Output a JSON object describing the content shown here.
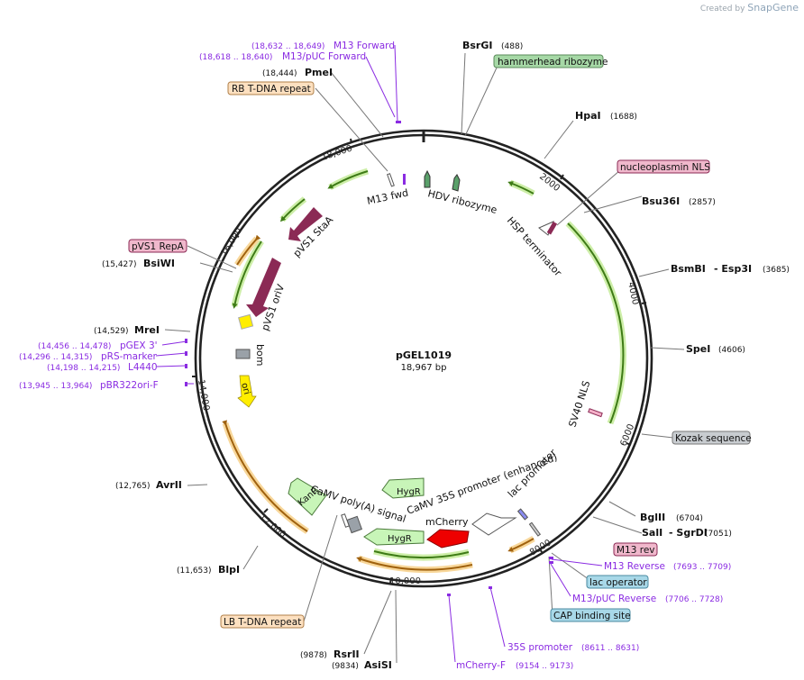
{
  "brand": {
    "created_by": "Created by",
    "name": "SnapGene"
  },
  "plasmid": {
    "name": "pGEL1019",
    "length": "18,967 bp"
  },
  "ticks": [
    "2000",
    "4000",
    "6000",
    "8000",
    "10,000",
    "12,000",
    "14,000",
    "16,000",
    "18,000"
  ],
  "enzymes": {
    "bsrgi": {
      "name": "BsrGI",
      "pos": "(488)"
    },
    "hpai": {
      "name": "HpaI",
      "pos": "(1688)"
    },
    "bsu36i": {
      "name": "Bsu36I",
      "pos": "(2857)"
    },
    "bsmbi": {
      "name": "BsmBI",
      "name2": "- Esp3I",
      "pos": "(3685)"
    },
    "spei": {
      "name": "SpeI",
      "pos": "(4606)"
    },
    "bglii": {
      "name": "BglII",
      "pos": "(6704)"
    },
    "sali": {
      "name": "SalI",
      "name2": "- SgrDI",
      "pos": "(7051)"
    },
    "rsrii": {
      "name": "RsrII",
      "pos": "(9878)"
    },
    "asisi": {
      "name": "AsiSI",
      "pos": "(9834)"
    },
    "blpi": {
      "name": "BlpI",
      "pos": "(11,653)"
    },
    "avrii": {
      "name": "AvrII",
      "pos": "(12,765)"
    },
    "mrei": {
      "name": "MreI",
      "pos": "(14,529)"
    },
    "bsiwi": {
      "name": "BsiWI",
      "pos": "(15,427)"
    },
    "pmei": {
      "name": "PmeI",
      "pos": "(18,444)"
    }
  },
  "primers": {
    "m13fwd": {
      "name": "M13 Forward",
      "pos": "(18,632 .. 18,649)"
    },
    "m13puc_fwd": {
      "name": "M13/pUC Forward",
      "pos": "(18,618 .. 18,640)"
    },
    "pgex3": {
      "name": "pGEX 3'",
      "pos": "(14,456 .. 14,478)"
    },
    "prs": {
      "name": "pRS-marker",
      "pos": "(14,296 .. 14,315)"
    },
    "l4440": {
      "name": "L4440",
      "pos": "(14,198 .. 14,215)"
    },
    "pbr322": {
      "name": "pBR322ori-F",
      "pos": "(13,945 .. 13,964)"
    },
    "m13rev_primer": {
      "name": "M13 Reverse",
      "pos": "(7693 .. 7709)"
    },
    "m13puc_rev": {
      "name": "M13/pUC Reverse",
      "pos": "(7706 .. 7728)"
    },
    "p35s": {
      "name": "35S promoter",
      "pos": "(8611 .. 8631)"
    },
    "mcherryf": {
      "name": "mCherry-F",
      "pos": "(9154 .. 9173)"
    }
  },
  "boxes": {
    "hammerhead": "hammerhead ribozyme",
    "rb": "RB T-DNA repeat",
    "nucleoplasmin": "nucleoplasmin NLS",
    "pvs1repa": "pVS1 RepA",
    "kozak": "Kozak sequence",
    "m13rev": "M13 rev",
    "lacop": "lac operator",
    "cap": "CAP binding site",
    "lb": "LB T-DNA repeat"
  },
  "features": {
    "m13fwd": "M13 fwd",
    "hdv": "HDV ribozyme",
    "hsp": "HSP terminator",
    "staa": "pVS1 StaA",
    "oriv": "pVS1 oriV",
    "bom": "bom",
    "ori": "ori",
    "sv40": "SV40 NLS",
    "hygr1": "HygR",
    "hygr2": "HygR",
    "kanr": "KanR",
    "polya": "CaMV poly(A) signal",
    "p35s": "CaMV 35S promoter (enhanced)",
    "lacprom": "lac promoter",
    "mcherry": "mCherry"
  },
  "colors": {
    "backbone": "#222222",
    "green_arrow": "#4a8a1e",
    "green_glow": "#cdeea8",
    "orange_arrow": "#b06d1a",
    "orange_glow": "#f8d79a",
    "maroon": "#8b2a55",
    "primer": "#8a2be2",
    "yellow": "#ffee00",
    "mcherry": "#ee0000"
  }
}
